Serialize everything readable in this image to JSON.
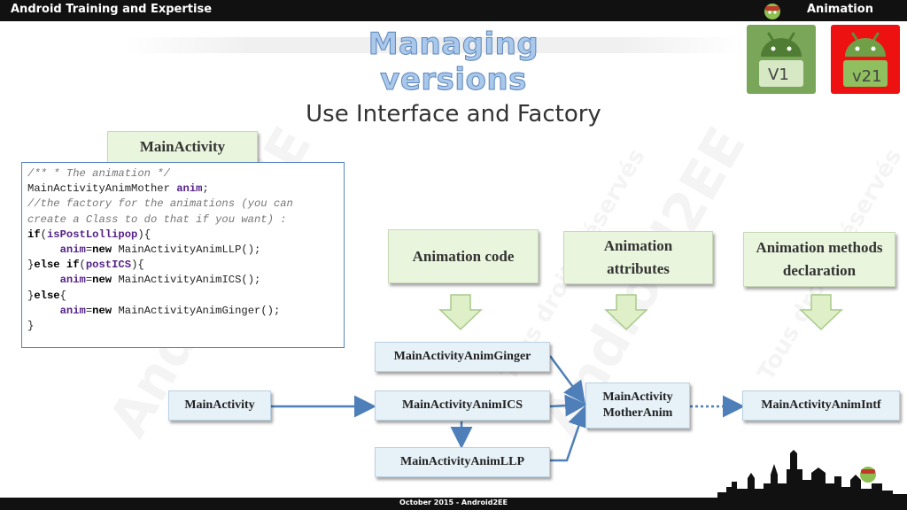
{
  "header": {
    "title": "Android Training and Expertise",
    "section": "Animation"
  },
  "footer": {
    "text": "October 2015 - Android2EE"
  },
  "slide": {
    "title": "Managing versions",
    "subtitle": "Use Interface and Factory"
  },
  "version_tiles": [
    {
      "label": "V1",
      "color": "#7aa65a"
    },
    {
      "label": "v21",
      "color": "#ee1111"
    }
  ],
  "watermark": {
    "brand": "Android2EE",
    "rights": "Tous droits réservés"
  },
  "code_panel": {
    "label": "MainActivity",
    "lines": [
      {
        "kind": "comment",
        "text": "/** * The animation */"
      },
      {
        "kind": "code",
        "parts": [
          {
            "t": "MainActivityAnimMother "
          },
          {
            "t": "anim",
            "s": "fld"
          },
          {
            "t": ";"
          }
        ]
      },
      {
        "kind": "comment",
        "text": "//the factory for the animations (you can"
      },
      {
        "kind": "comment",
        "text": "create a Class to do that if you want) :"
      },
      {
        "kind": "code",
        "parts": [
          {
            "t": "if",
            "s": "kw"
          },
          {
            "t": "("
          },
          {
            "t": "isPostLollipop",
            "s": "fld"
          },
          {
            "t": "){"
          }
        ]
      },
      {
        "kind": "code",
        "parts": [
          {
            "t": "     "
          },
          {
            "t": "anim",
            "s": "fld"
          },
          {
            "t": "="
          },
          {
            "t": "new",
            "s": "kw"
          },
          {
            "t": " MainActivityAnimLLP();"
          }
        ]
      },
      {
        "kind": "code",
        "parts": [
          {
            "t": "}"
          },
          {
            "t": "else if",
            "s": "kw"
          },
          {
            "t": "("
          },
          {
            "t": "postICS",
            "s": "fld"
          },
          {
            "t": "){"
          }
        ]
      },
      {
        "kind": "code",
        "parts": [
          {
            "t": "     "
          },
          {
            "t": "anim",
            "s": "fld"
          },
          {
            "t": "="
          },
          {
            "t": "new",
            "s": "kw"
          },
          {
            "t": " MainActivityAnimICS();"
          }
        ]
      },
      {
        "kind": "code",
        "parts": [
          {
            "t": "}"
          },
          {
            "t": "else",
            "s": "kw"
          },
          {
            "t": "{"
          }
        ]
      },
      {
        "kind": "code",
        "parts": [
          {
            "t": "     "
          },
          {
            "t": "anim",
            "s": "fld"
          },
          {
            "t": "="
          },
          {
            "t": "new",
            "s": "kw"
          },
          {
            "t": " MainActivityAnimGinger();"
          }
        ]
      },
      {
        "kind": "code",
        "parts": [
          {
            "t": "}"
          }
        ]
      }
    ]
  },
  "categories": {
    "animation_code": "Animation code",
    "animation_attributes_line1": "Animation",
    "animation_attributes_line2": "attributes",
    "animation_methods_line1": "Animation methods",
    "animation_methods_line2": "declaration"
  },
  "nodes": {
    "main_activity": "MainActivity",
    "anim_ginger": "MainActivityAnimGinger",
    "anim_ics": "MainActivityAnimICS",
    "anim_llp": "MainActivityAnimLLP",
    "mother_anim_line1": "MainActivity",
    "mother_anim_line2": "MotherAnim",
    "anim_intf": "MainActivityAnimIntf"
  },
  "colors": {
    "connector": "#4f7fb8",
    "arrow_fill": "#dff0c8",
    "arrow_stroke": "#a7c98a"
  }
}
